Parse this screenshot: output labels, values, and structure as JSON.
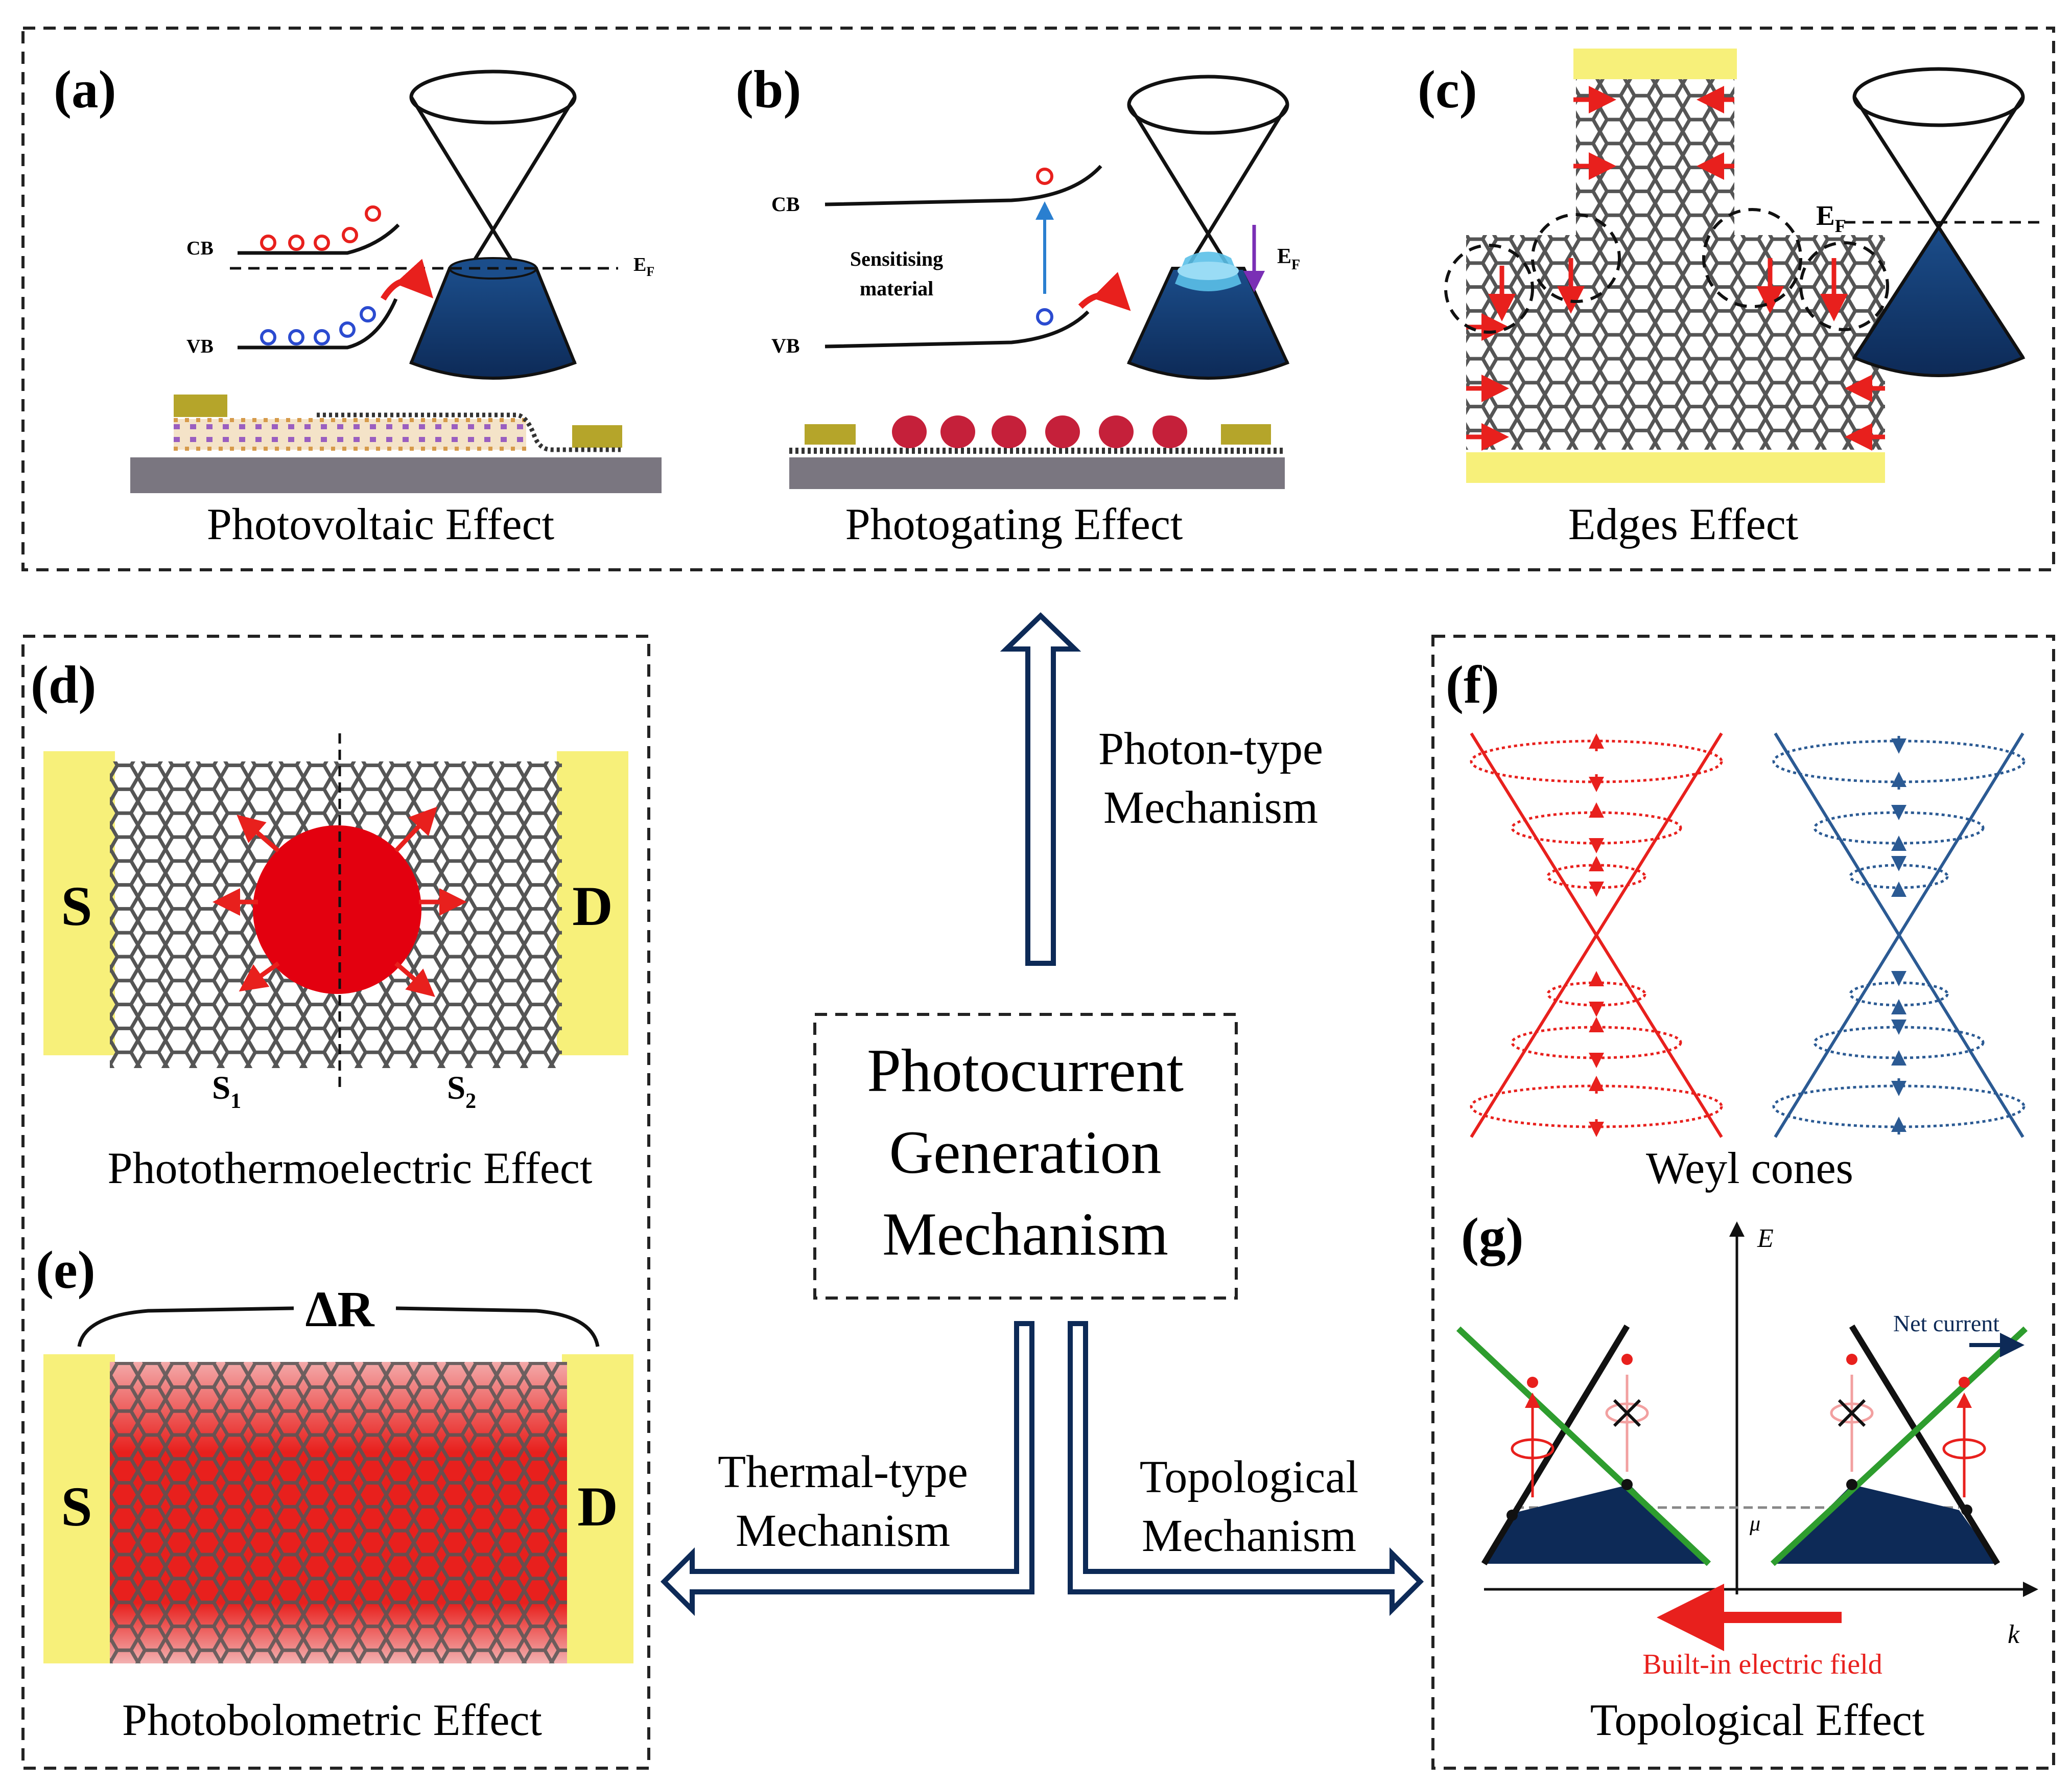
{
  "panels": {
    "a": {
      "letter": "(a)",
      "caption": "Photovoltaic Effect",
      "cb": "CB",
      "vb": "VB",
      "ef": "E",
      "ef_sub": "F"
    },
    "b": {
      "letter": "(b)",
      "caption": "Photogating Effect",
      "cb": "CB",
      "vb": "VB",
      "material_line1": "Sensitising",
      "material_line2": "material",
      "ef": "E",
      "ef_sub": "F"
    },
    "c": {
      "letter": "(c)",
      "caption": "Edges Effect",
      "ef": "E",
      "ef_sub": "F"
    },
    "d": {
      "letter": "(d)",
      "caption": "Photothermoelectric Effect",
      "source": "S",
      "drain": "D",
      "s1": "S",
      "s1_sub": "1",
      "s2": "S",
      "s2_sub": "2"
    },
    "e": {
      "letter": "(e)",
      "caption": "Photobolometric Effect",
      "source": "S",
      "drain": "D",
      "delta": "ΔR"
    },
    "f": {
      "letter": "(f)",
      "caption": "Weyl cones"
    },
    "g": {
      "letter": "(g)",
      "caption": "Topological Effect",
      "e_axis": "E",
      "k_axis": "k",
      "mu": "μ",
      "net_current": "Net current",
      "field": "Built-in electric field"
    }
  },
  "center": {
    "line1": "Photocurrent",
    "line2": "Generation",
    "line3": "Mechanism"
  },
  "mechanisms": {
    "photon_line1": "Photon-type",
    "photon_line2": "Mechanism",
    "thermal_line1": "Thermal-type",
    "thermal_line2": "Mechanism",
    "topo_line1": "Topological",
    "topo_line2": "Mechanism"
  },
  "colors": {
    "navy": "#0d2a57",
    "red": "#e8201d",
    "blue": "#2b5a93",
    "yellow": "#f7f07a",
    "green": "#2e9d2e"
  }
}
